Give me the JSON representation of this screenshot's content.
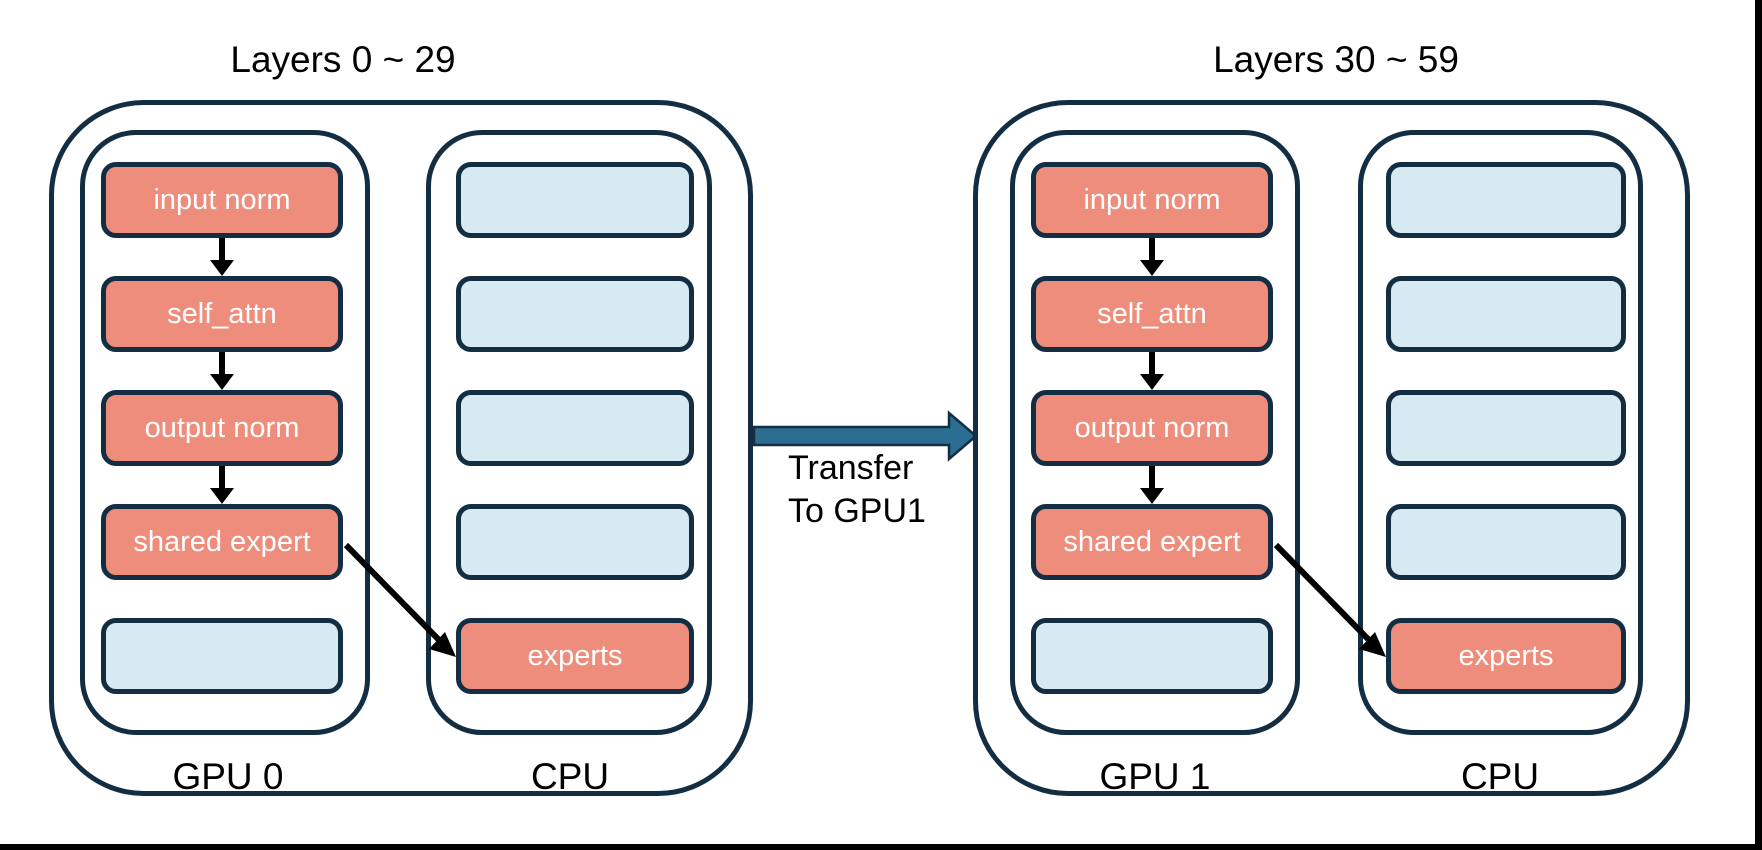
{
  "colors": {
    "outline_navy": "#132e43",
    "module_salmon": "#ee8d7b",
    "empty_slot_blue": "#d7e9f1",
    "transfer_arrow_teal": "#2b6e91",
    "flow_arrow_black": "#000000",
    "box_text_white": "#ffffff",
    "label_text_black": "#000000",
    "background": "#ffffff"
  },
  "groups": [
    {
      "title": "Layers 0 ~ 29",
      "gpu": {
        "label": "GPU 0",
        "modules": [
          "input norm",
          "self_attn",
          "output norm",
          "shared expert"
        ],
        "empty_slots": 1
      },
      "cpu": {
        "label": "CPU",
        "empty_slots": 4,
        "modules": [
          "experts"
        ]
      }
    },
    {
      "title": "Layers 30 ~ 59",
      "gpu": {
        "label": "GPU 1",
        "modules": [
          "input norm",
          "self_attn",
          "output norm",
          "shared expert"
        ],
        "empty_slots": 1
      },
      "cpu": {
        "label": "CPU",
        "empty_slots": 4,
        "modules": [
          "experts"
        ]
      }
    }
  ],
  "transfer": {
    "line1": "Transfer",
    "line2": "To GPU1"
  }
}
